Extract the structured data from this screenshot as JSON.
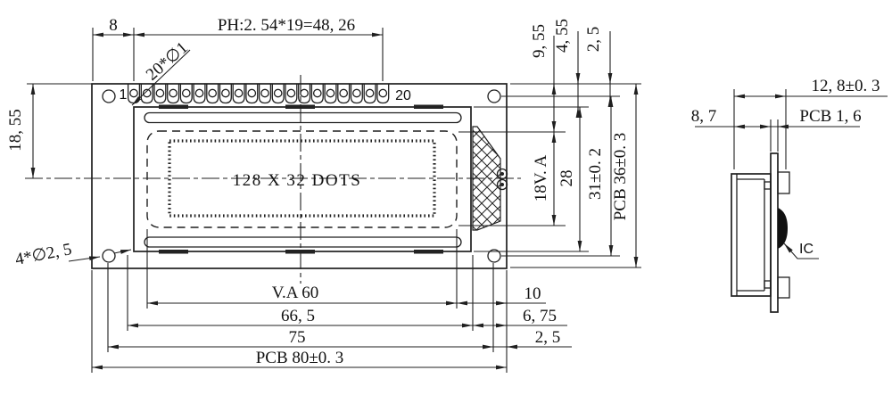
{
  "drawing": {
    "front_view": {
      "display_text": "128 X 32 DOTS",
      "pin_first": "1",
      "pin_last": "20",
      "pin_callout": "20*∅1",
      "hole_callout": "4*∅2, 5",
      "dim_pin_edge": "8",
      "dim_pitch": "PH:2. 54*19=48, 26",
      "dim_va_top": "9, 55",
      "dim_frame_top": "4, 55",
      "dim_hole_top": "2, 5",
      "dim_left_center": "18, 55",
      "dim_va_height": "18V. A",
      "dim_frame_height": "28",
      "dim_holes_v": "31±0. 2",
      "dim_pcb_height": "PCB 36±0. 3",
      "dim_va_width": "V.A 60",
      "dim_frame_width": "66, 5",
      "dim_holes_h": "75",
      "dim_pcb_width": "PCB 80±0. 3",
      "dim_va_right": "10",
      "dim_frame_right": "6, 75",
      "dim_hole_right": "2, 5"
    },
    "side_view": {
      "dim_total_depth": "12, 8±0. 3",
      "dim_module_depth": "8, 7",
      "dim_pcb_thickness": "PCB 1, 6",
      "ic_label": "IC"
    },
    "colors": {
      "line": "#1f1f1f",
      "text": "#111111",
      "background": "#ffffff"
    }
  }
}
